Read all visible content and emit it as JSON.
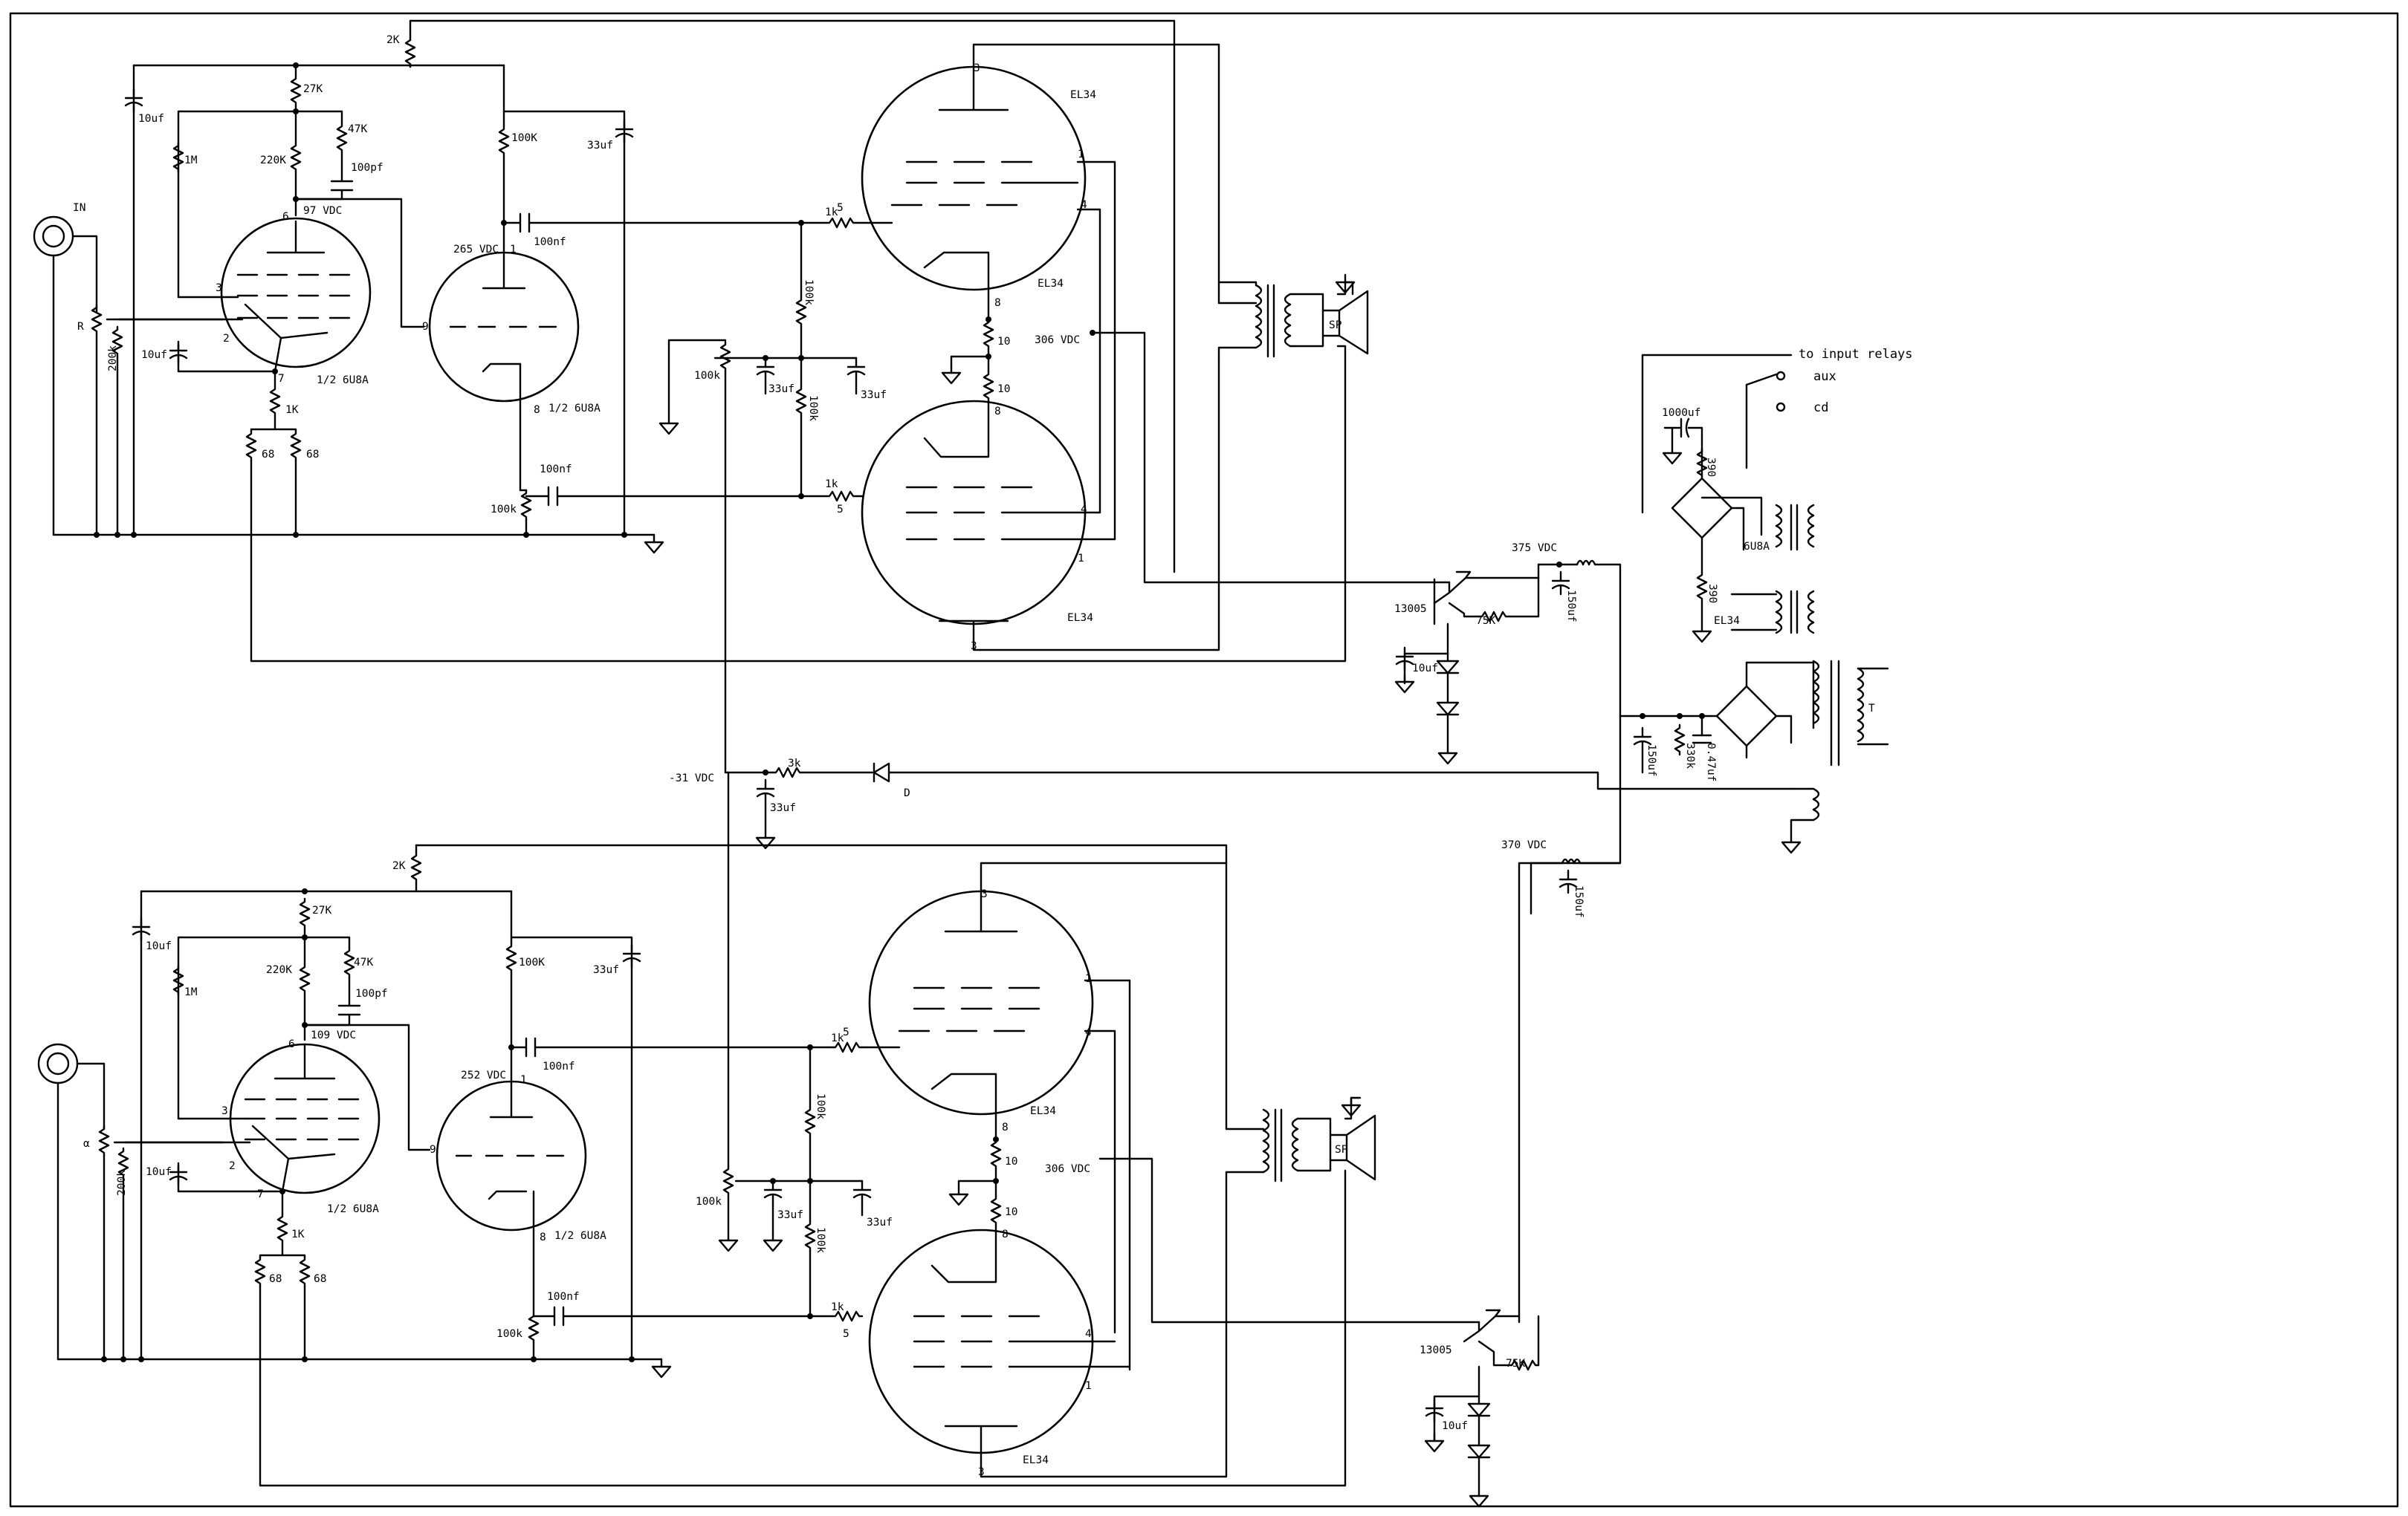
{
  "top_channel": {
    "input_label": "IN",
    "volume_label": "R",
    "r_200k": "200k",
    "r_1m": "1M",
    "r_27k": "27K",
    "r_220k": "220K",
    "r_47k": "47K",
    "c_100pf": "100pf",
    "c_10uf_top": "10uf",
    "c_10uf_cathode": "10uf",
    "v97": "97 VDC",
    "r_1k_cathode": "1K",
    "r_68_a": "68",
    "r_68_b": "68",
    "tube_6u8a_a": "1/2 6U8A",
    "tube_6u8a_b": "1/2 6U8A",
    "r_2k": "2K",
    "r_100k_plate": "100K",
    "c_33uf_top": "33uf",
    "v265": "265 VDC",
    "c_100nf_a": "100nf",
    "c_100nf_b": "100nf",
    "r_100k_grid": "100k",
    "r_1k_grid_a": "1k",
    "r_1k_grid_b": "1k",
    "r_100k_bias_a": "100k",
    "r_100k_bias_b": "100k",
    "pot_100k": "100k",
    "c_33uf_a": "33uf",
    "c_33uf_b": "33uf",
    "el34_a": "EL34",
    "el34_a2": "EL34",
    "el34_b": "EL34",
    "r_10_a": "10",
    "r_10_b": "10",
    "v306": "306 VDC",
    "speaker": "SP",
    "pin3": "3",
    "pin1": "1",
    "pin4": "4",
    "pin5": "5",
    "pin8": "8",
    "pin6": "6",
    "pin9": "9",
    "pin2": "2",
    "pin7": "7"
  },
  "bottom_channel": {
    "volume_label": "α",
    "r_200k": "200k",
    "r_1m": "1M",
    "r_27k": "27K",
    "r_220k": "220K",
    "r_47k": "47K",
    "c_100pf": "100pf",
    "c_10uf_top": "10uf",
    "c_10uf_cathode": "10uf",
    "v109": "109 VDC",
    "r_1k_cathode": "1K",
    "r_68_a": "68",
    "r_68_b": "68",
    "tube_6u8a_a": "1/2 6U8A",
    "tube_6u8a_b": "1/2 6U8A",
    "r_2k": "2K",
    "r_100k_plate": "100K",
    "c_33uf_top": "33uf",
    "v252": "252 VDC",
    "c_100nf_a": "100nf",
    "c_100nf_b": "100nf",
    "r_100k_grid": "100k",
    "r_1k_grid_a": "1k",
    "r_1k_grid_b": "1k",
    "r_100k_bias_a": "100k",
    "r_100k_bias_b": "100k",
    "pot_100k": "100k",
    "c_33uf_a": "33uf",
    "c_33uf_b": "33uf",
    "el34_a": "EL34",
    "el34_b": "EL34",
    "r_10_a": "10",
    "r_10_b": "10",
    "v306": "306 VDC",
    "speaker": "SP",
    "pin3": "3",
    "pin1": "1",
    "pin4": "4",
    "pin5": "5",
    "pin8": "8",
    "pin6": "6",
    "pin9": "9",
    "pin2": "2",
    "pin7": "7"
  },
  "power": {
    "v375": "375 VDC",
    "v370": "370 VDC",
    "c_150uf_a": "150uf",
    "c_150uf_b": "150uf",
    "transistor_a": "13005",
    "transistor_b": "13005",
    "r_75k_a": "75K",
    "r_75k_b": "75K",
    "c_10uf_a": "10uf",
    "c_10uf_b": "10uf",
    "bias_v": "-31 VDC",
    "r_3k": "3k",
    "c_33uf_bias": "33uf",
    "diode": "D",
    "c_150uf_main": "150uf",
    "r_330k": "330k",
    "c_047uf": "0.47uf",
    "transformer": "T"
  },
  "relay_supply": {
    "title": "to input relays",
    "aux": "aux",
    "cd": "cd",
    "c_1000uf": "1000uf",
    "r_390_a": "390",
    "r_390_b": "390",
    "heater_6u8a": "6U8A",
    "heater_el34": "EL34"
  }
}
